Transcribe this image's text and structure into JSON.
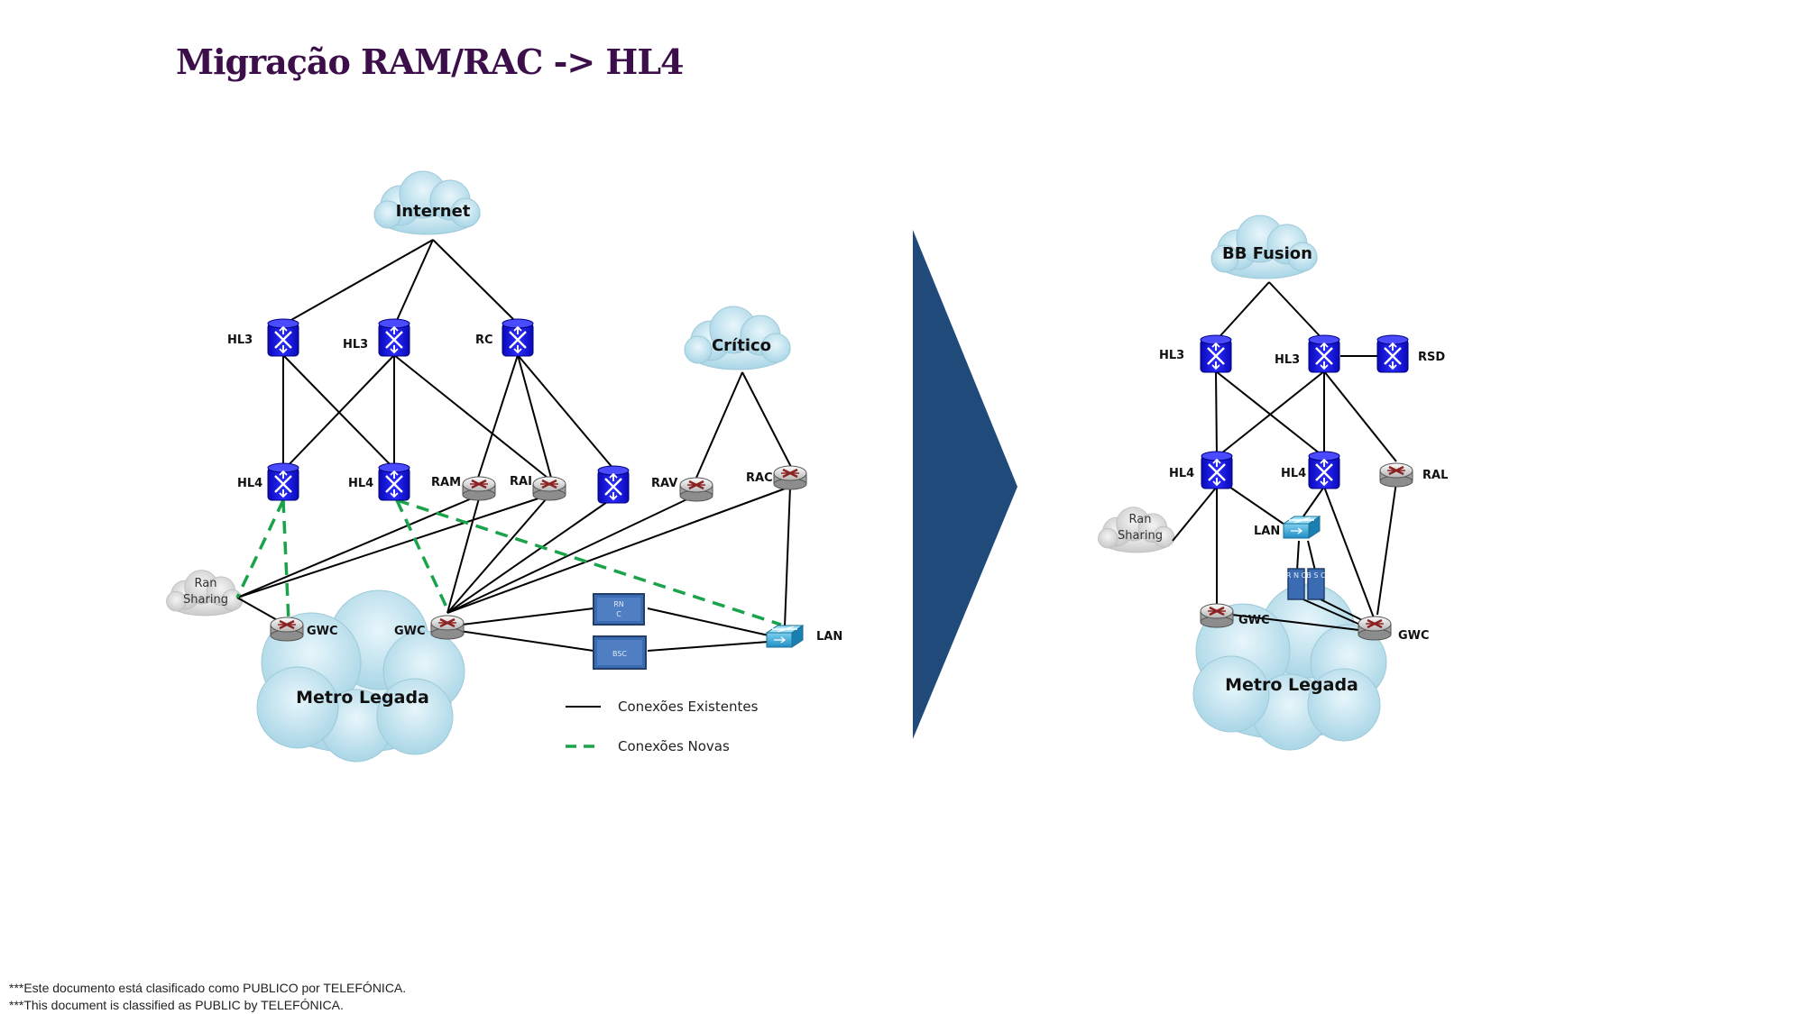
{
  "title": "Migração RAM/RAC -> HL4",
  "footer": {
    "line1": "***Este documento está clasificado como PUBLICO por TELEFÓNICA.",
    "line2": "***This document is classified as PUBLIC by TELEFÓNICA."
  },
  "left": {
    "clouds": {
      "internet": "Internet",
      "critico": "Crítico",
      "metro": "Metro Legada",
      "ran_line1": "Ran",
      "ran_line2": "Sharing"
    },
    "labels": {
      "hl3_a": "HL3",
      "hl3_b": "HL3",
      "rc": "RC",
      "hl4_a": "HL4",
      "hl4_b": "HL4",
      "ram": "RAM",
      "rai": "RAI",
      "rav": "RAV",
      "rac": "RAC",
      "gwc_a": "GWC",
      "gwc_b": "GWC",
      "lan": "LAN",
      "rnc_line1": "RN",
      "rnc_line2": "C",
      "bsc": "BSC"
    },
    "legend": {
      "existing": "Conexões Existentes",
      "new": "Conexões Novas"
    }
  },
  "right": {
    "clouds": {
      "bbfusion": "BB Fusion",
      "metro": "Metro Legada",
      "ran_line1": "Ran",
      "ran_line2": "Sharing"
    },
    "labels": {
      "hl3_a": "HL3",
      "hl3_b": "HL3",
      "rsd": "RSD",
      "hl4_a": "HL4",
      "hl4_b": "HL4",
      "ral": "RAL",
      "lan": "LAN",
      "gwc_a": "GWC",
      "gwc_b": "GWC",
      "rnc": "R N C",
      "bsc": "B S C"
    }
  },
  "colors": {
    "arrow": "#1f4a7a",
    "title": "#3d0f4a",
    "new_connection": "#1aa34a",
    "hl_router": "#1414e6",
    "cloud": "#c7e6f0"
  }
}
